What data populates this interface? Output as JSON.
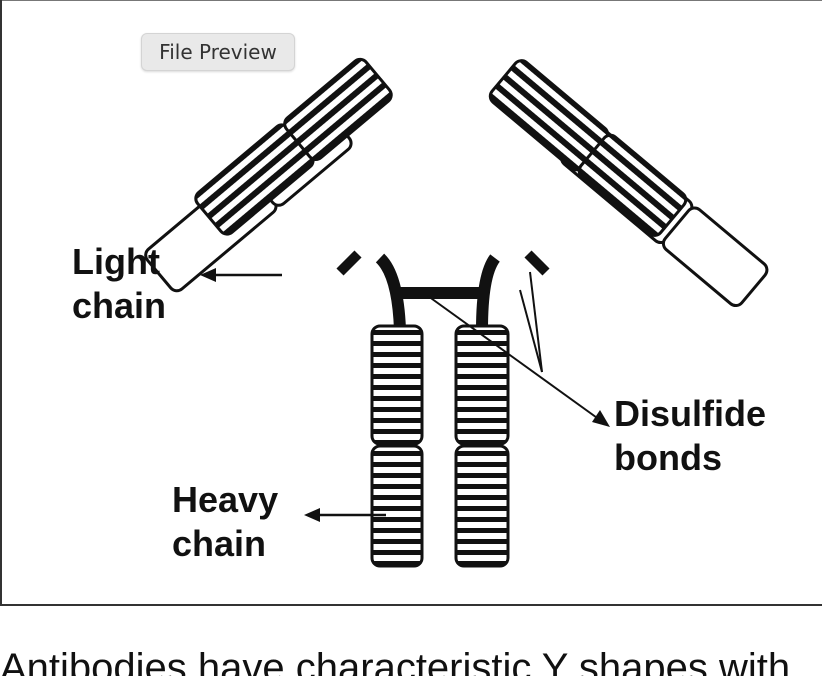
{
  "preview_chip": {
    "label": "File Preview"
  },
  "diagram": {
    "labels": {
      "light_chain": [
        "Light",
        "chain"
      ],
      "heavy_chain": [
        "Heavy",
        "chain"
      ],
      "disulfide_bonds": [
        "Disulfide",
        "bonds"
      ]
    }
  },
  "caption": {
    "text": "Antibodies have characteristic Y shapes with"
  },
  "colors": {
    "stroke": "#111111",
    "background": "#ffffff",
    "chip": "#e9e9e9"
  }
}
